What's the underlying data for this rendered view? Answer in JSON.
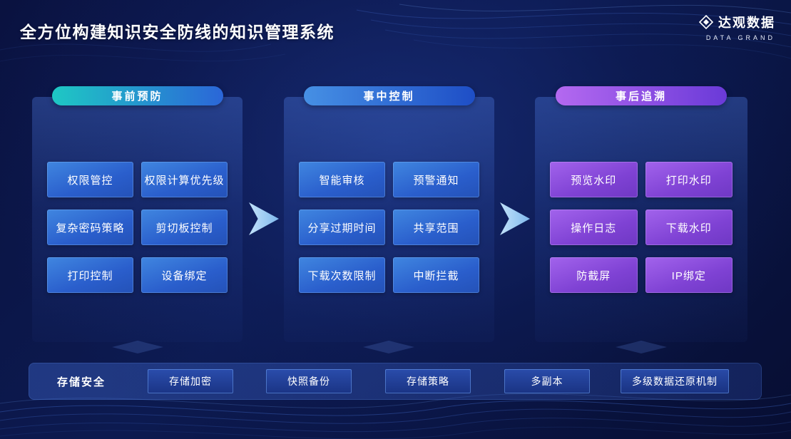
{
  "title": "全方位构建知识安全防线的知识管理系统",
  "logo": {
    "name": "达观数据",
    "subtitle": "DATA GRAND"
  },
  "columns": [
    {
      "header": "事前预防",
      "items": [
        "权限管控",
        "权限计算优先级",
        "复杂密码策略",
        "剪切板控制",
        "打印控制",
        "设备绑定"
      ]
    },
    {
      "header": "事中控制",
      "items": [
        "智能审核",
        "预警通知",
        "分享过期时间",
        "共享范围",
        "下载次数限制",
        "中断拦截"
      ]
    },
    {
      "header": "事后追溯",
      "items": [
        "预览水印",
        "打印水印",
        "操作日志",
        "下载水印",
        "防截屏",
        "IP绑定"
      ]
    }
  ],
  "storage": {
    "label": "存储安全",
    "items": [
      "存储加密",
      "快照备份",
      "存储策略",
      "多副本",
      "多级数据还原机制"
    ]
  },
  "colors": {
    "background": "#0a1240",
    "pill_prevention_gradient": [
      "#1ec8c4",
      "#2b66d8"
    ],
    "pill_control_gradient": [
      "#4690e4",
      "#1e4ec6"
    ],
    "pill_trace_gradient": [
      "#b469f0",
      "#6a3ad8"
    ],
    "box_blue": "#2f6ad4",
    "box_purple": "#8a4fd8",
    "arrow": "#a8d4f4"
  }
}
